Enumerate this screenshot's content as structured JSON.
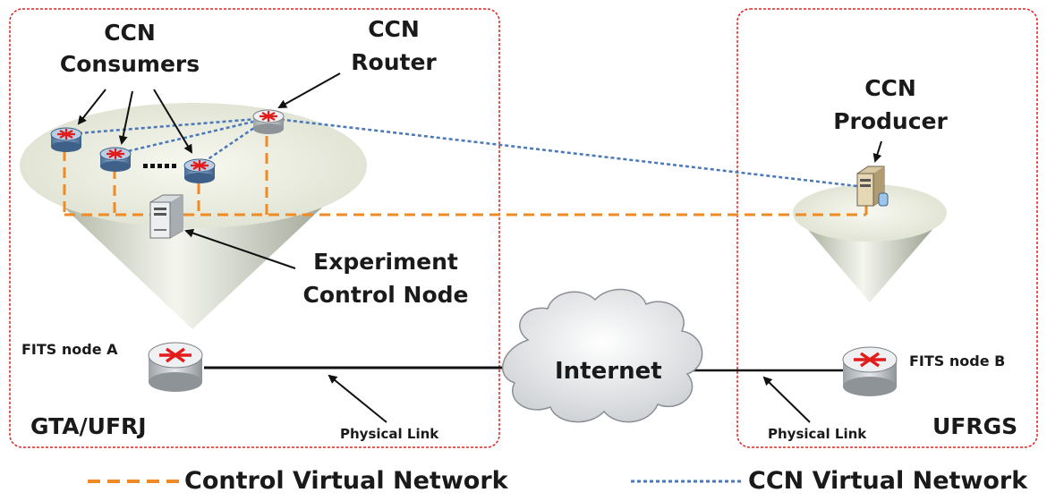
{
  "colors": {
    "region_border": "#e0201c",
    "control_network": "#f08a24",
    "ccn_network": "#4a78b8",
    "physical_link": "#111111",
    "arrow": "#111111",
    "router_arrow": "#e21b1b",
    "cone_fill": "#e9ecdc"
  },
  "regions": {
    "left": {
      "name": "GTA/UFRJ"
    },
    "right": {
      "name": "UFRGS"
    }
  },
  "labels": {
    "ccn_consumers": [
      "CCN",
      "Consumers"
    ],
    "ccn_router": [
      "CCN",
      "Router"
    ],
    "ccn_producer": [
      "CCN",
      "Producer"
    ],
    "experiment_control_node": [
      "Experiment",
      "Control Node"
    ],
    "fits_node_a": "FITS node A",
    "fits_node_b": "FITS node B",
    "internet": "Internet",
    "physical_link_left": "Physical Link",
    "physical_link_right": "Physical Link"
  },
  "legend": {
    "control": "Control Virtual Network",
    "ccn": "CCN Virtual Network"
  },
  "icons": {
    "router": "router-icon",
    "server": "server-icon",
    "cloud": "cloud-icon",
    "cone": "virtual-network-cone-icon"
  }
}
